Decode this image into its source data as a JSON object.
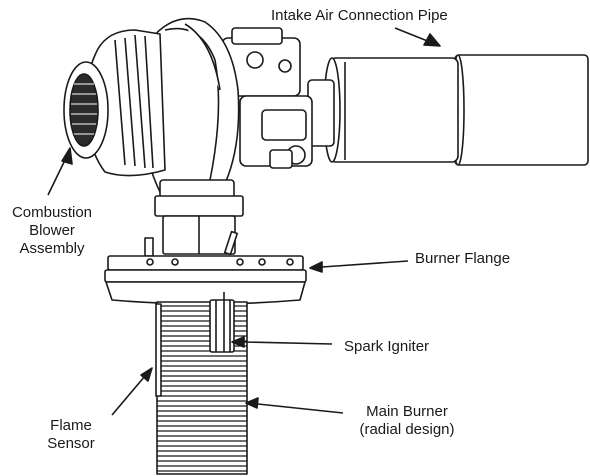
{
  "labels": {
    "intake_pipe": "Intake Air Connection Pipe",
    "blower": [
      "Combustion",
      "Blower",
      "Assembly"
    ],
    "burner_flange": "Burner Flange",
    "spark_igniter": "Spark Igniter",
    "flame_sensor": [
      "Flame",
      "Sensor"
    ],
    "main_burner": [
      "Main Burner",
      "(radial design)"
    ]
  },
  "colors": {
    "line": "#1a1a1a",
    "fill": "#ffffff",
    "shade": "#6b6b6b",
    "dark": "#2b2b2b"
  }
}
